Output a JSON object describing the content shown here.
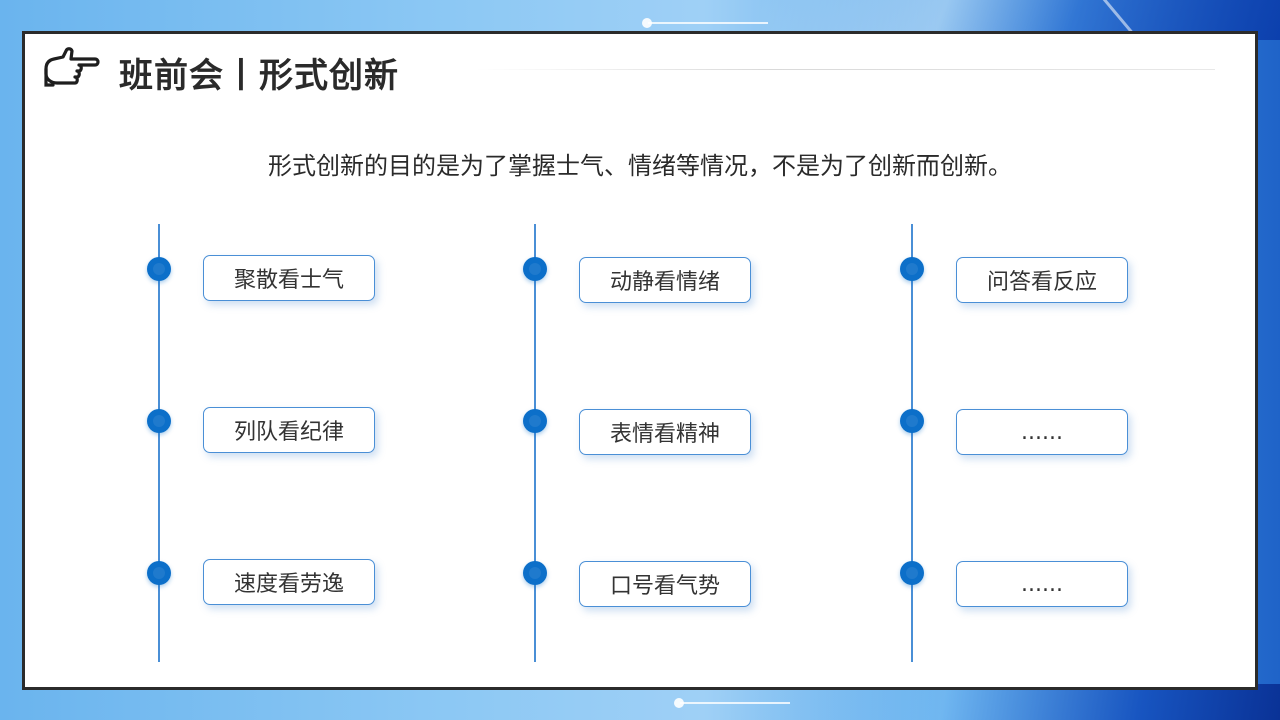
{
  "header": {
    "title": "班前会丨形式创新",
    "icon": "pointing-hand-icon"
  },
  "subtitle": "形式创新的目的是为了掌握士气、情绪等情况，不是为了创新而创新。",
  "columns": [
    {
      "items": [
        {
          "label": "聚散看士气"
        },
        {
          "label": "列队看纪律"
        },
        {
          "label": "速度看劳逸"
        }
      ]
    },
    {
      "items": [
        {
          "label": "动静看情绪"
        },
        {
          "label": "表情看精神"
        },
        {
          "label": "口号看气势"
        }
      ]
    },
    {
      "items": [
        {
          "label": "问答看反应"
        },
        {
          "label": "......"
        },
        {
          "label": "......"
        }
      ]
    }
  ],
  "colors": {
    "accent": "#0c6fc9",
    "line": "#4a8fd6",
    "frame": "#2b2b2b",
    "text": "#2a2a2a"
  }
}
